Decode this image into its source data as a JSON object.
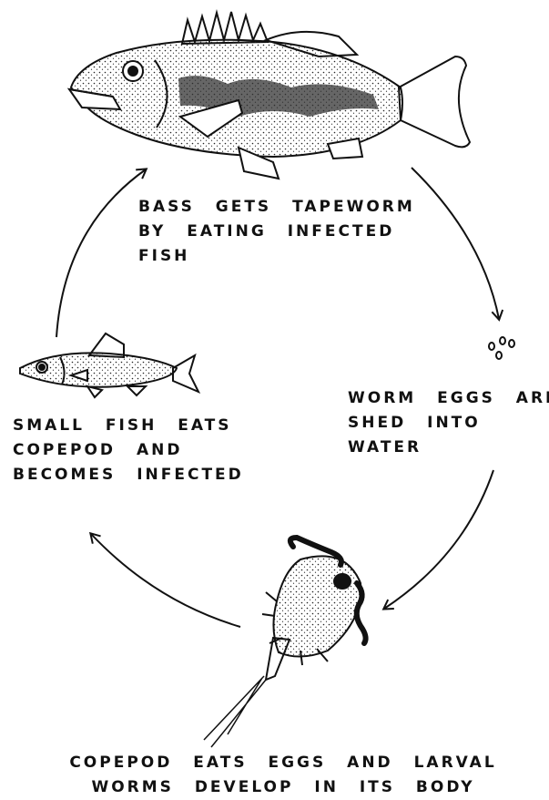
{
  "stages": {
    "bass": {
      "lines": [
        "BASS GETS TAPEWORM",
        "BY EATING INFECTED",
        "FISH"
      ]
    },
    "eggs": {
      "lines": [
        "WORM EGGS ARE",
        "SHED INTO",
        "WATER"
      ]
    },
    "copepod": {
      "lines": [
        "COPEPOD EATS EGGS AND LARVAL",
        "WORMS DEVELOP IN ITS BODY"
      ]
    },
    "small_fish": {
      "lines": [
        "SMALL FISH EATS",
        "COPEPOD AND",
        "BECOMES INFECTED"
      ]
    }
  },
  "icons": [
    "bass-icon",
    "eggs-icon",
    "copepod-icon",
    "small-fish-icon"
  ],
  "colors": {
    "ink": "#111111",
    "background": "#ffffff"
  }
}
